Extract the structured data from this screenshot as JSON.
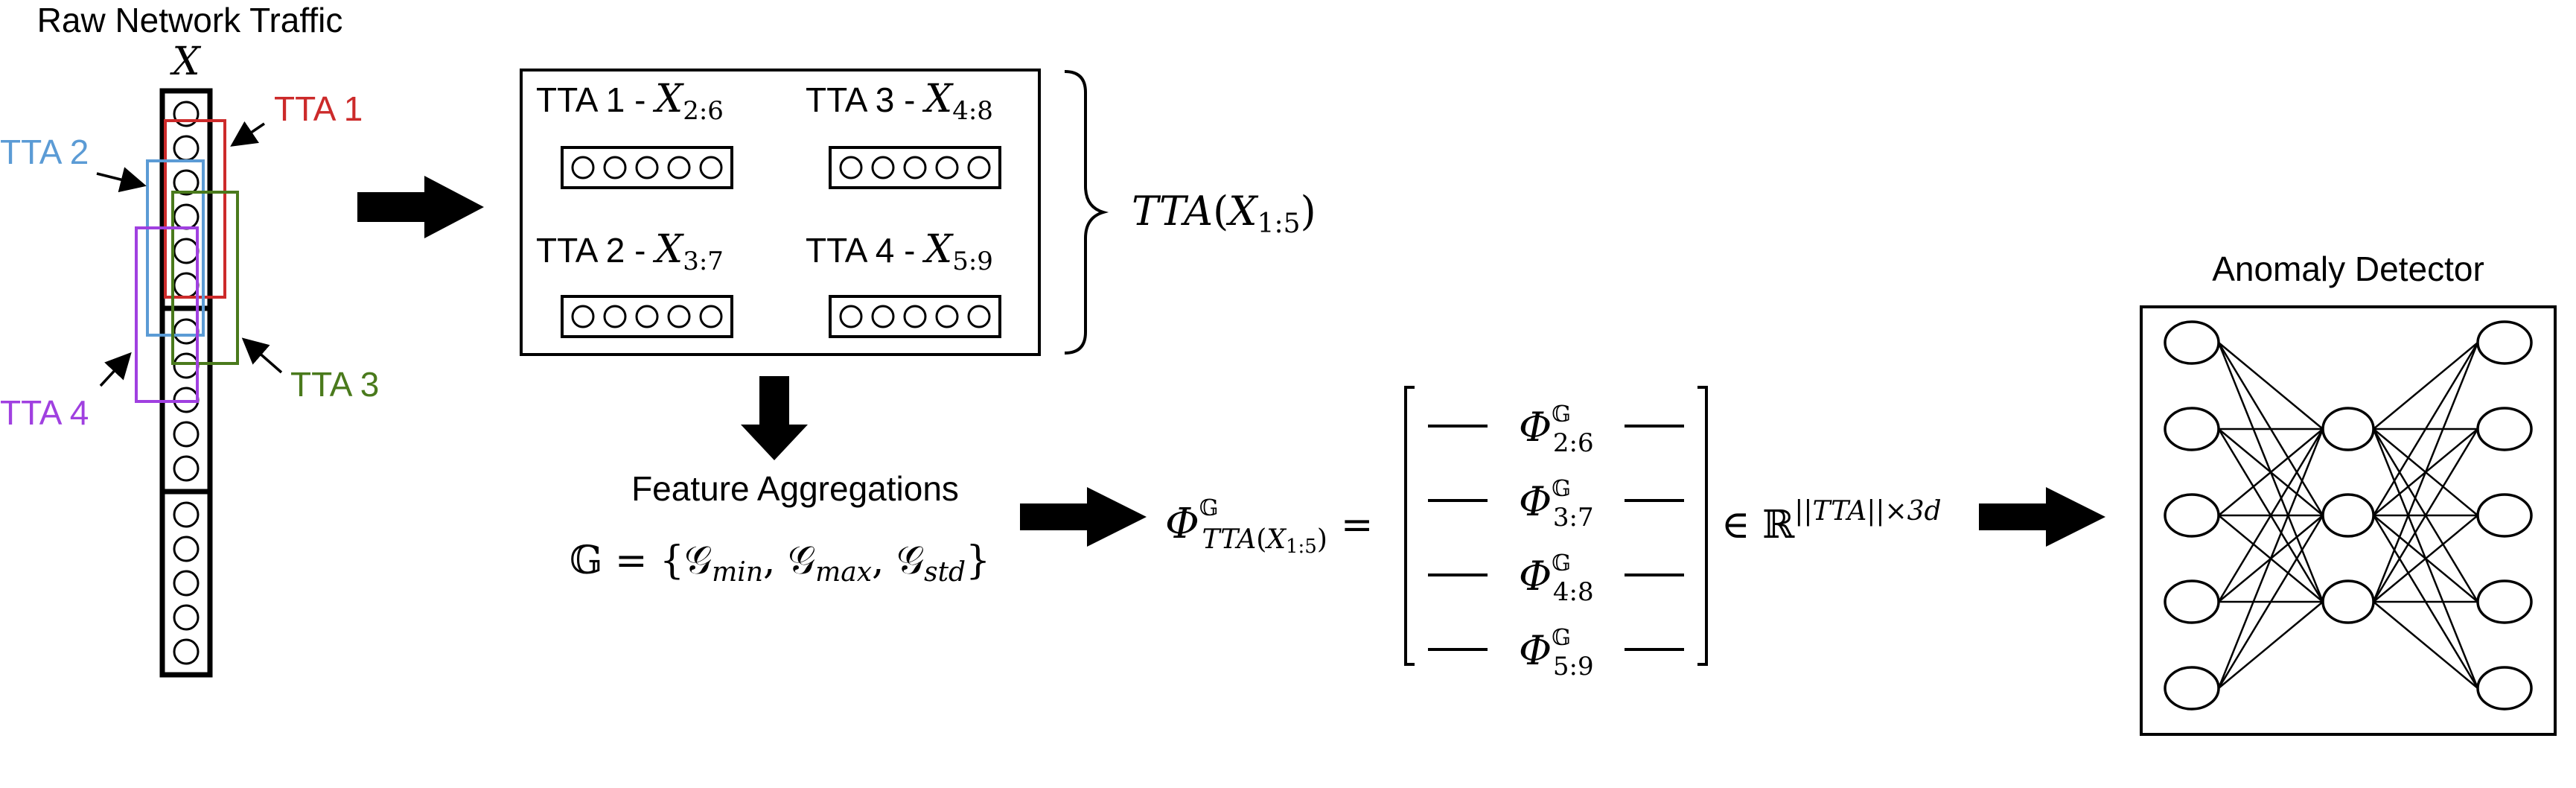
{
  "raw_traffic": {
    "title": "Raw Network Traffic",
    "var": "X",
    "segments": [
      6,
      5,
      5
    ]
  },
  "windows": [
    {
      "label": "TTA 1",
      "color": "#cc2a2a"
    },
    {
      "label": "TTA 2",
      "color": "#5b9bd5"
    },
    {
      "label": "TTA 3",
      "color": "#4a7a1c"
    },
    {
      "label": "TTA 4",
      "color": "#a040e0"
    }
  ],
  "tta_box": {
    "items": [
      {
        "label": "TTA 1 - ",
        "var": "X",
        "sub": "2:6"
      },
      {
        "label": "TTA 3 - ",
        "var": "X",
        "sub": "4:8"
      },
      {
        "label": "TTA 2 - ",
        "var": "X",
        "sub": "3:7"
      },
      {
        "label": "TTA 4 - ",
        "var": "X",
        "sub": "5:9"
      }
    ],
    "circles_per_item": 5,
    "brace_label": {
      "fn": "TTA",
      "var": "X",
      "sub": "1:5"
    }
  },
  "aggregation": {
    "title": "Feature Aggregations",
    "set_symbol": "𝔾",
    "eq": " = {",
    "g": "𝒢",
    "items": [
      "min",
      "max",
      "std"
    ],
    "close": "}"
  },
  "matrix": {
    "lhs_symbol": "Φ",
    "lhs_sup": "𝔾",
    "lhs_sub_fn": "TTA",
    "lhs_sub_var": "X",
    "lhs_sub_idx": "1:5",
    "equals": "=",
    "rows": [
      {
        "sym": "Φ",
        "sup": "𝔾",
        "sub": "2:6"
      },
      {
        "sym": "Φ",
        "sup": "𝔾",
        "sub": "3:7"
      },
      {
        "sym": "Φ",
        "sup": "𝔾",
        "sub": "4:8"
      },
      {
        "sym": "Φ",
        "sup": "𝔾",
        "sub": "5:9"
      }
    ],
    "in_symbol": "∈ ℝ",
    "dim": "||TTA||×3d"
  },
  "detector": {
    "title": "Anomaly Detector",
    "layers": [
      5,
      3,
      5
    ]
  }
}
